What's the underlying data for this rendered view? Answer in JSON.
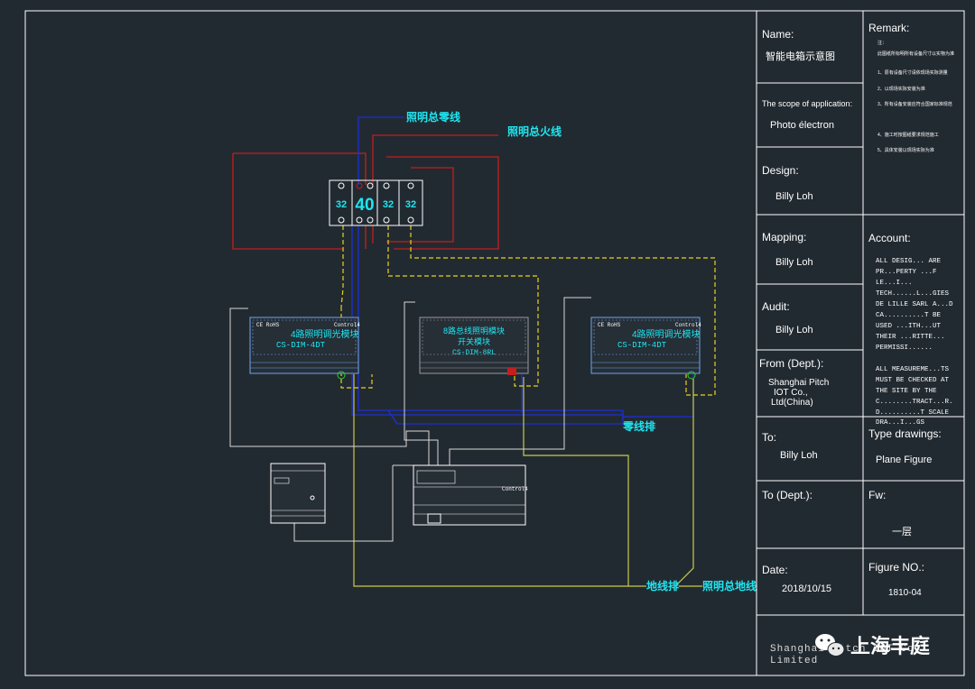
{
  "colors": {
    "background": "#222a31",
    "frame": "#ffffff",
    "neutral_wire": "#1c2fd6",
    "live_wire": "#c41e1e",
    "ground_wire": "#c9c94a",
    "module_wire": "#d8d8d8",
    "label_cyan": "#1fe6f0",
    "control_yellow": "#e6d21e"
  },
  "diagram": {
    "labels": {
      "neutral": "照明总零线",
      "live": "照明总火线",
      "neutral_bar": "零线排",
      "ground_bar": "地线排",
      "ground": "照明总地线"
    },
    "breakers": [
      "32",
      "40",
      "32",
      "32"
    ],
    "modules": {
      "left": [
        "4路照明调光模块",
        "CS-DIM-4DT"
      ],
      "middle": [
        "8路总线照明模块",
        "开关模块",
        "CS-DIM-8RL"
      ],
      "right": [
        "4路照明调光模块",
        "CS-DIM-4DT"
      ]
    }
  },
  "title_block": {
    "name_label": "Name:",
    "name_value": "智能电箱示意图",
    "scope_label": "The scope of application:",
    "scope_value": "Photo  électron",
    "design_label": "Design:",
    "design_value": "Billy    Loh",
    "mapping_label": "Mapping:",
    "mapping_value": "Billy    Loh",
    "audit_label": "Audit:",
    "audit_value": "Billy    Loh",
    "from_label": "From (Dept.):",
    "from_value_1": "Shanghai Pitch",
    "from_value_2": "IOT Co.,",
    "from_value_3": "Ltd(China)",
    "to_label": "To:",
    "to_value": "Billy Loh",
    "to_dept_label": "To (Dept.):",
    "date_label": "Date:",
    "date_value": "2018/10/15",
    "remark_label": "Remark:",
    "remark_lines": [
      "注：",
      "此图纸所标明所有设备尺寸以实物为准",
      "1、原有设备尺寸请依现场实际测量",
      "2、以现场实际安装为准",
      "3、所有设备安装应符合国家标准规范",
      "4、施工时按图纸要求规范施工",
      "5、具体安装以现场实际为准"
    ],
    "account_label": "Account:",
    "account_lines": [
      "ALL DESIG... ARE",
      "PR...PERTY ...F",
      "LE...I...",
      "TECH......L...GIES",
      "DE LILLE SARL A...D",
      "CA..........T BE",
      "USED ...ITH...UT",
      "THEIR ...RITTE...",
      "PERMISSI......",
      "",
      "ALL MEASUREME...TS",
      "MUST BE CHECKED AT",
      "THE SITE BY THE",
      "C........TRACT...R.",
      "D..........T SCALE",
      "DRA...I...GS"
    ],
    "type_label": "Type drawings:",
    "type_value": "Plane Figure",
    "fw_label": "Fw:",
    "fw_value": "一层",
    "figure_label": "Figure NO.:",
    "figure_value": "1810-04",
    "company_line1": "Shanghai Pitch IOT Co.",
    "company_line2": "Limited",
    "watermark": "上海丰庭"
  }
}
